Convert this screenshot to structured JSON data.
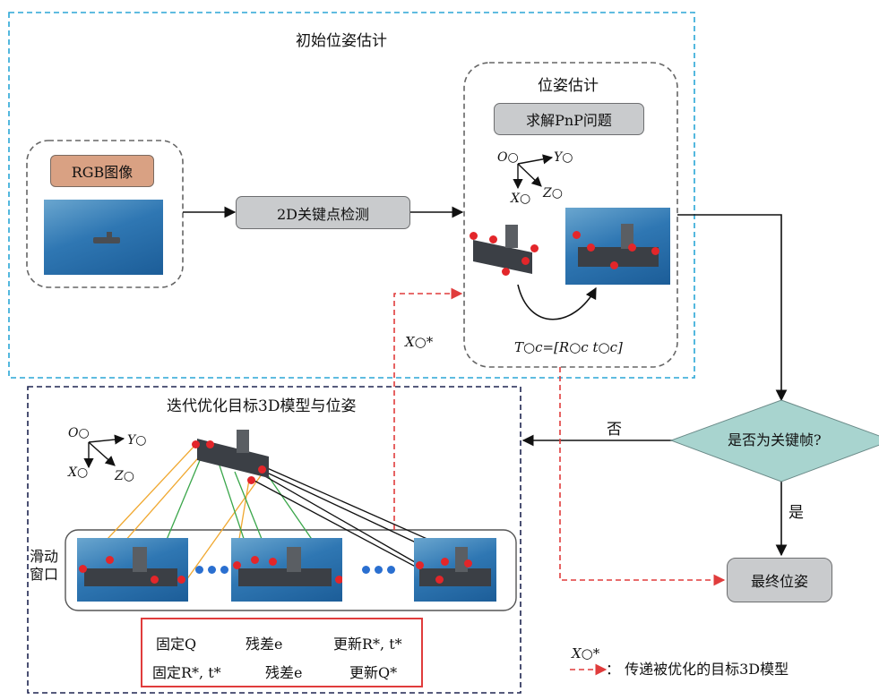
{
  "panels": {
    "initial_title": "初始位姿估计",
    "pose_est_title": "位姿估计",
    "iter_title": "迭代优化目标3D模型与位姿"
  },
  "boxes": {
    "rgb": "RGB图像",
    "keypoint": "2D关键点检测",
    "pnp": "求解PnP问题",
    "keyframe": "是否为关键帧?",
    "final": "最终位姿",
    "sliding_window": "滑动窗口"
  },
  "edge_labels": {
    "no": "否",
    "yes": "是",
    "x_star": "X○*"
  },
  "transform_formula": "T○c=[R○c t○c]",
  "axes": {
    "origin": "O○",
    "x": "X○",
    "y": "Y○",
    "z": "Z○"
  },
  "optimization": {
    "row1_part1": "固定Q",
    "row1_part2": "残差e",
    "row1_part3": "更新R*, t*",
    "row2_part1": "固定R*, t*",
    "row2_part2": "残差e",
    "row2_part3": "更新Q*"
  },
  "legend_text": "：  传递被优化的目标3D模型",
  "legend_symbol": "X○*",
  "colors": {
    "cyan_dashed": "#2aa6d6",
    "gray_dashed": "#666666",
    "navy_dashed": "#1e2550",
    "red_dashed": "#e03c3c",
    "diamond": "#a8d4cf",
    "orange_line": "#f0a830",
    "green_line": "#3aa64a",
    "black_line": "#111111"
  }
}
